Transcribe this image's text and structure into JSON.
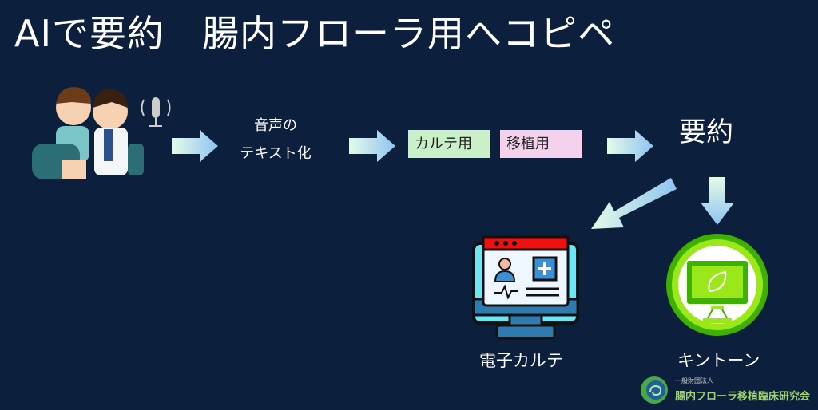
{
  "title": "AIで要約　腸内フローラ用へコピペ",
  "steps": {
    "transcription_line1": "音声の",
    "transcription_line2": "テキスト化"
  },
  "boxes": [
    {
      "label": "カルテ用",
      "color": "#c9f0c9"
    },
    {
      "label": "移植用",
      "color": "#f4d2ee"
    }
  ],
  "summary": "要約",
  "outputs": {
    "ehr": "電子カルテ",
    "kintone": "キントーン"
  },
  "logo": {
    "subtitle": "一般財団法人",
    "name": "腸内フローラ移植臨床研究会"
  },
  "colors": {
    "background": "#0c1f3d",
    "arrow_start": "#e4fbe8",
    "arrow_end": "#8fc3f0",
    "logo_text": "#9fd36b"
  }
}
